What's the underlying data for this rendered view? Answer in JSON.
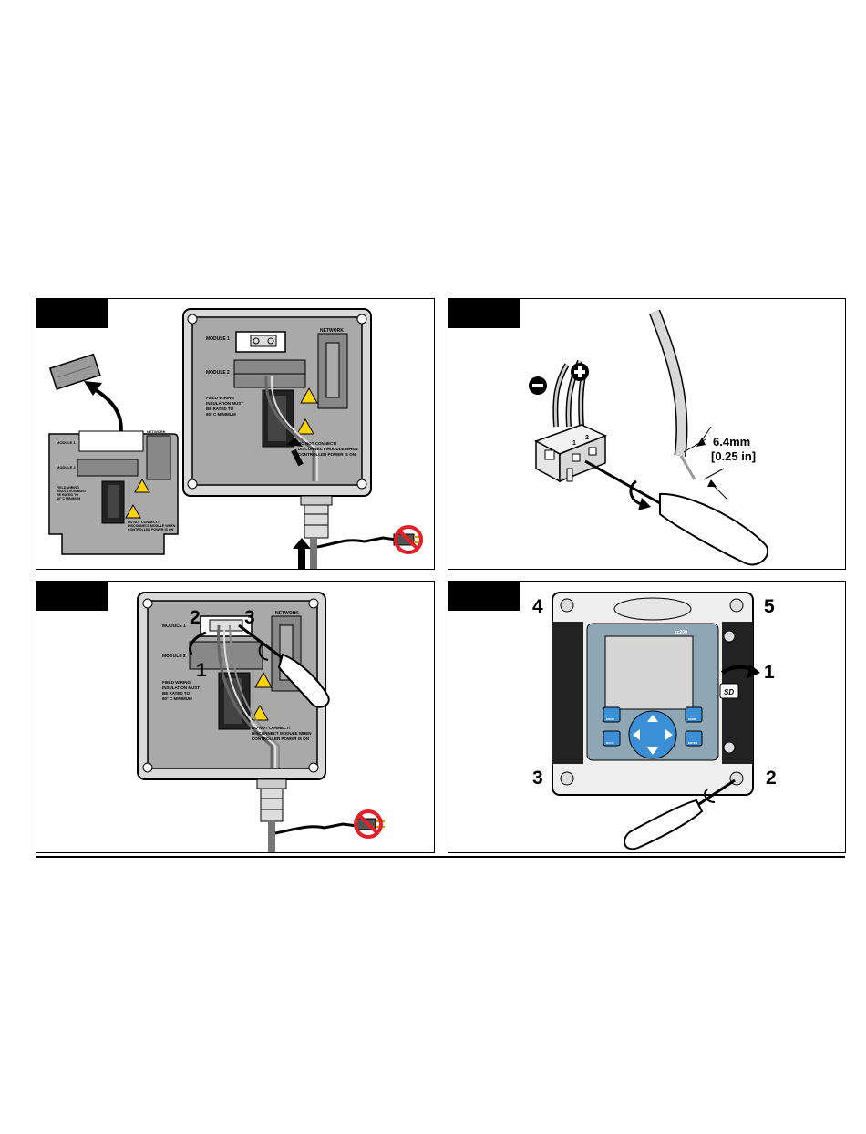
{
  "panels": {
    "p1": {
      "small_module_1": "MODULE 1",
      "small_module_2": "MODULE 2",
      "small_network": "NETWORK",
      "small_field_1": "FIELD WIRING",
      "small_field_2": "INSULATION MUST",
      "small_field_3": "BE RATED TO",
      "small_field_4": "80° C MINIMUM",
      "small_warn_1": "DO NOT CONNECT/",
      "small_warn_2": "DISCONNECT MODULE WHEN",
      "small_warn_3": "CONTROLLER POWER IS ON",
      "module_1": "MODULE 1",
      "module_2": "MODULE 2",
      "network": "NETWORK",
      "field_1": "FIELD WIRING",
      "field_2": "INSULATION MUST",
      "field_3": "BE RATED TO",
      "field_4": "80° C MINIMUM",
      "warn_1": "DO NOT CONNECT/",
      "warn_2": "DISCONNECT MODULE WHEN",
      "warn_3": "CONTROLLER POWER IS ON"
    },
    "p2": {
      "dim_mm": "6.4mm",
      "dim_in": "[0.25 in]",
      "terminal_1": "1",
      "terminal_2": "2"
    },
    "p3": {
      "module_1": "MODULE 1",
      "module_2": "MODULE 2",
      "network": "NETWORK",
      "field_1": "FIELD WIRING",
      "field_2": "INSULATION MUST",
      "field_3": "BE RATED TO",
      "field_4": "80° C MINIMUM",
      "warn_1": "DO NOT CONNECT/",
      "warn_2": "DISCONNECT MODULE WHEN",
      "warn_3": "CONTROLLER POWER IS ON",
      "callout_1": "1",
      "callout_2": "2",
      "callout_3": "3"
    },
    "p4": {
      "brand": "sc200",
      "sd_label": "SD",
      "menu_label": "MENU",
      "home_label": "HOME",
      "back_label": "BACK",
      "enter_label": "ENTER",
      "callout_1": "1",
      "callout_2": "2",
      "callout_3": "3",
      "callout_4": "4",
      "callout_5": "5"
    }
  },
  "colors": {
    "enclosure": "#a9a9a9",
    "display_frame": "#8fa7b4",
    "keypad_blue": "#3a8fd6",
    "lcd": "#d5d5d5",
    "warning_yellow": "#ffd400",
    "prohibit_red": "#e8202a"
  }
}
